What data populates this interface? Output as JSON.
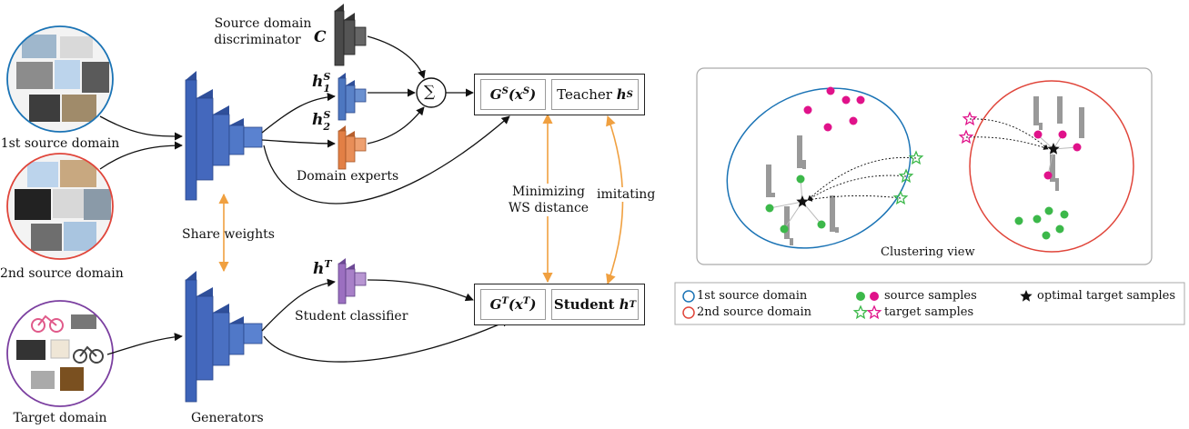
{
  "domains": {
    "src1": "1st source domain",
    "src2": "2nd source domain",
    "target": "Target domain"
  },
  "network": {
    "discriminator_line1": "Source domain",
    "discriminator_line2": "discriminator",
    "discriminator_symbol": "C",
    "h1": "h",
    "h1_sup": "S",
    "h1_sub": "1",
    "h2": "h",
    "h2_sup": "S",
    "h2_sub": "2",
    "hT": "h",
    "hT_sup": "T",
    "domain_experts": "Domain experts",
    "student_classifier": "Student classifier",
    "share_weights": "Share weights",
    "generators": "Generators",
    "sum_symbol": "∑"
  },
  "boxes": {
    "top_left_G": "G",
    "top_left_sup": "S",
    "top_left_arg": "(x",
    "top_left_arg_sup": "S",
    "top_right_text": "Teacher ",
    "top_right_h": "h",
    "top_right_sup": "S",
    "bottom_left_G": "G",
    "bottom_left_sup": "T",
    "bottom_left_arg": "(x",
    "bottom_left_arg_sup": "T",
    "bottom_right_text": "Student ",
    "bottom_right_h": "h",
    "bottom_right_sup": "T"
  },
  "arrows": {
    "minimizing_line1": "Minimizing",
    "minimizing_line2": "WS distance",
    "imitating": "imitating"
  },
  "clustering": {
    "title": "Clustering view"
  },
  "legend": {
    "src1": "1st source domain",
    "src2": "2nd source domain",
    "source_samples": "source samples",
    "target_samples": "target samples",
    "optimal": "optimal target samples"
  },
  "colors": {
    "blue_circle": "#1a73b5",
    "red_circle": "#e0453a",
    "purple_circle": "#7b3fa0",
    "generator_blue": "#3d63b8",
    "expert_blue": "#4d77c0",
    "expert_orange": "#e27f45",
    "student_purple": "#9b6fc0",
    "disc_gray": "#4a4a4a",
    "green_dot": "#3cb84a",
    "magenta_dot": "#e0128a",
    "orange_arrow": "#f0a040"
  }
}
